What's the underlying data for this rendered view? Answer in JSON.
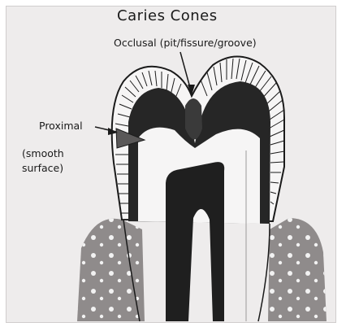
{
  "diagram": {
    "title": "Caries Cones",
    "labels": {
      "occlusal": "Occlusal (pit/fissure/groove)",
      "proximal": "Proximal",
      "smooth_line1": "(smooth",
      "smooth_line2": "surface)"
    },
    "colors": {
      "background": "#eeecec",
      "gum": "#8f8b8b",
      "dentin": "#262626",
      "enamel": "#f6f5f5",
      "ink": "#1a1a1a"
    }
  }
}
